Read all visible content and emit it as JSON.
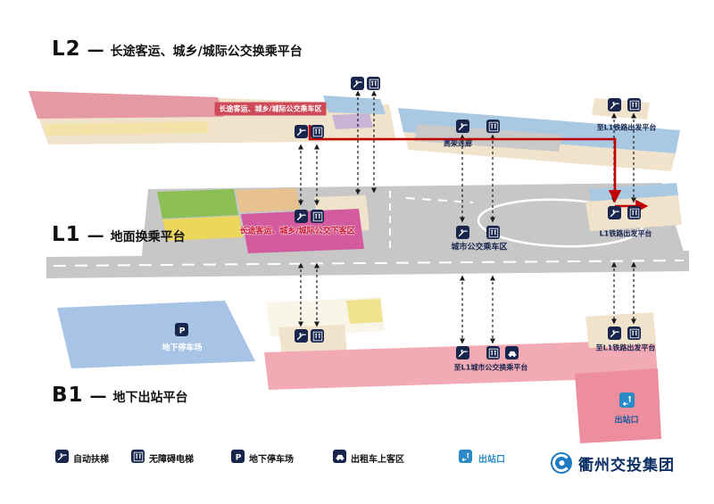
{
  "colors": {
    "route_red": "#c00000",
    "icon_navy": "#18264e",
    "exit_blue": "#2b8ac6",
    "banner_red": "#cf4a58",
    "l2_pink": "#e59aa3",
    "beige": "#f1e3cb",
    "light_blue": "#a9c8e2",
    "road_gray": "#c7c7c7",
    "magenta": "#d35a9e",
    "b1_pink_band": "#f2aab5"
  },
  "icons": {
    "parking_letter": "P"
  },
  "titles": {
    "l2": {
      "level": "L2",
      "dash": "—",
      "text": "长途客运、城乡/城际公交换乘平台"
    },
    "l1": {
      "level": "L1",
      "dash": "—",
      "text": "地面换乘平台"
    },
    "b1": {
      "level": "B1",
      "dash": "—",
      "text": "地下出站平台"
    }
  },
  "labels": {
    "l2_boarding": "长途客运、城乡/城际公交乘车区",
    "l2_corridor": "高架连廊",
    "l2_to_rail": "至L1铁路出发平台",
    "l1_alighting": "长途客运、城乡/城际公交下客区",
    "l1_city_bus": "城市公交乘车区",
    "l1_rail": "L1铁路出发平台",
    "b1_parking": "地下停车场",
    "b1_to_city_bus": "至L1城市公交换乘平台",
    "b1_to_rail": "至L1铁路出发平台",
    "b1_exit": "出站口"
  },
  "legend": {
    "items": [
      {
        "icon": "escalator-icon",
        "label": "自动扶梯"
      },
      {
        "icon": "elevator-icon",
        "label": "无障碍电梯"
      },
      {
        "icon": "parking-icon",
        "label": "地下停车场"
      },
      {
        "icon": "taxi-icon",
        "label": "出租车上客区"
      },
      {
        "icon": "exit-icon",
        "label": "出站口"
      }
    ]
  },
  "logo": {
    "text": "衢州交投集团"
  }
}
